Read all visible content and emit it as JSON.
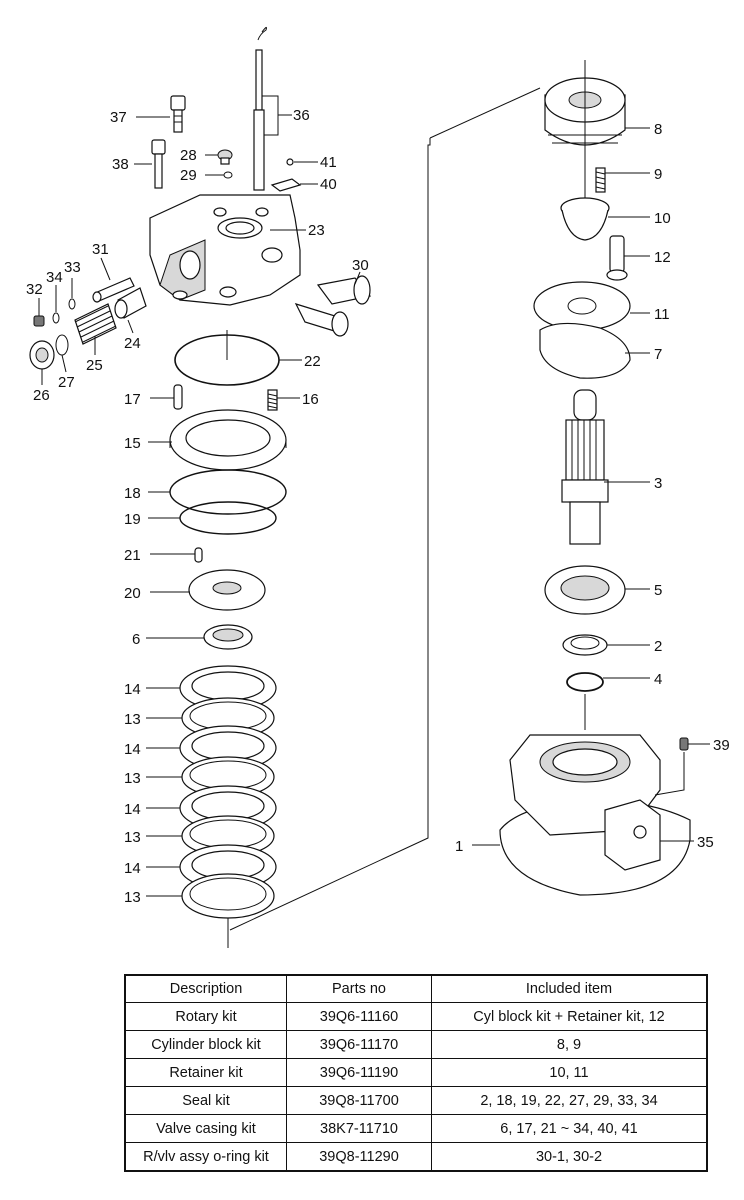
{
  "callouts": {
    "c37": "37",
    "c36": "36",
    "c38": "38",
    "c28": "28",
    "c29": "29",
    "c41": "41",
    "c40": "40",
    "c23": "23",
    "c31": "31",
    "c34": "34",
    "c33": "33",
    "c32": "32",
    "c30": "30",
    "c24": "24",
    "c25": "25",
    "c27": "27",
    "c26": "26",
    "c22": "22",
    "c17": "17",
    "c16": "16",
    "c15": "15",
    "c18": "18",
    "c19": "19",
    "c21": "21",
    "c20": "20",
    "c6": "6",
    "c14a": "14",
    "c13a": "13",
    "c14b": "14",
    "c13b": "13",
    "c14c": "14",
    "c13c": "13",
    "c14d": "14",
    "c13d": "13",
    "c8": "8",
    "c9": "9",
    "c10": "10",
    "c12": "12",
    "c11": "11",
    "c7": "7",
    "c3": "3",
    "c5": "5",
    "c2": "2",
    "c4": "4",
    "c39": "39",
    "c1": "1",
    "c35": "35"
  },
  "kit_table": {
    "headers": [
      "Description",
      "Parts no",
      "Included item"
    ],
    "rows": [
      [
        "Rotary kit",
        "39Q6-11160",
        "Cyl block kit + Retainer kit, 12"
      ],
      [
        "Cylinder block kit",
        "39Q6-11170",
        "8, 9"
      ],
      [
        "Retainer kit",
        "39Q6-11190",
        "10, 11"
      ],
      [
        "Seal kit",
        "39Q8-11700",
        "2, 18, 19, 22, 27, 29, 33, 34"
      ],
      [
        "Valve casing kit",
        "38K7-11710",
        "6, 17, 21 ~ 34, 40, 41"
      ],
      [
        "R/vlv assy o-ring kit",
        "39Q8-11290",
        "30-1, 30-2"
      ]
    ]
  }
}
